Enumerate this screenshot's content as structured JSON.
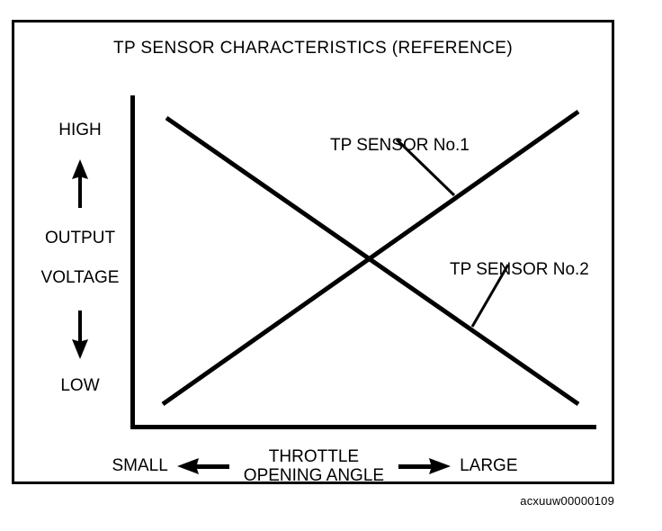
{
  "figure": {
    "title": "TP SENSOR CHARACTERISTICS (REFERENCE)",
    "reference_code": "acxuuw00000109",
    "border_color": "#000000",
    "background_color": "#ffffff",
    "line_color": "#000000"
  },
  "y_axis": {
    "high_label": "HIGH",
    "up_arrow_icon": "arrow-up-icon",
    "title_line1": "OUTPUT",
    "title_line2": "VOLTAGE",
    "down_arrow_icon": "arrow-down-icon",
    "low_label": "LOW"
  },
  "x_axis": {
    "small_label": "SMALL",
    "left_arrow_icon": "arrow-left-icon",
    "title_line1": "THROTTLE",
    "title_line2": "OPENING ANGLE",
    "right_arrow_icon": "arrow-right-icon",
    "large_label": "LARGE"
  },
  "callouts": [
    {
      "label": "TP SENSOR No.1",
      "target_series": "TP SENSOR No.1"
    },
    {
      "label": "TP SENSOR No.2",
      "target_series": "TP SENSOR No.2"
    }
  ],
  "chart_data": {
    "type": "line",
    "title": "TP SENSOR CHARACTERISTICS (REFERENCE)",
    "xlabel": "THROTTLE OPENING ANGLE",
    "ylabel": "OUTPUT VOLTAGE",
    "xlim": [
      0,
      100
    ],
    "ylim": [
      0,
      100
    ],
    "x_tick_labels": [
      "SMALL",
      "LARGE"
    ],
    "y_tick_labels": [
      "LOW",
      "HIGH"
    ],
    "grid": false,
    "legend": "inline-callouts",
    "x": [
      0,
      100
    ],
    "series": [
      {
        "name": "TP SENSOR No.1",
        "values": [
          6,
          94
        ],
        "direction": "increasing",
        "description": "Output voltage rises from LOW to HIGH as throttle opening angle increases from SMALL to LARGE"
      },
      {
        "name": "TP SENSOR No.2",
        "values": [
          94,
          6
        ],
        "direction": "decreasing",
        "description": "Output voltage falls from HIGH to LOW as throttle opening angle increases from SMALL to LARGE"
      }
    ],
    "intersection": {
      "x": 50,
      "y": 50
    }
  }
}
